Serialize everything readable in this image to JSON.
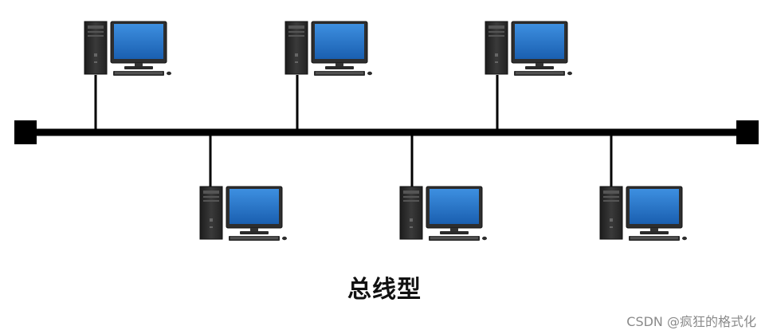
{
  "diagram": {
    "type": "bus-topology",
    "caption": "总线型",
    "computers_top": [
      {
        "id": "pc-top-1"
      },
      {
        "id": "pc-top-2"
      },
      {
        "id": "pc-top-3"
      }
    ],
    "computers_bottom": [
      {
        "id": "pc-bottom-1"
      },
      {
        "id": "pc-bottom-2"
      },
      {
        "id": "pc-bottom-3"
      }
    ],
    "colors": {
      "bus": "#000000",
      "tower": "#2b2b2b",
      "screen": "#1f6fc5",
      "monitor_frame": "#2e2e2e"
    }
  },
  "watermark": "CSDN @疯狂的格式化"
}
